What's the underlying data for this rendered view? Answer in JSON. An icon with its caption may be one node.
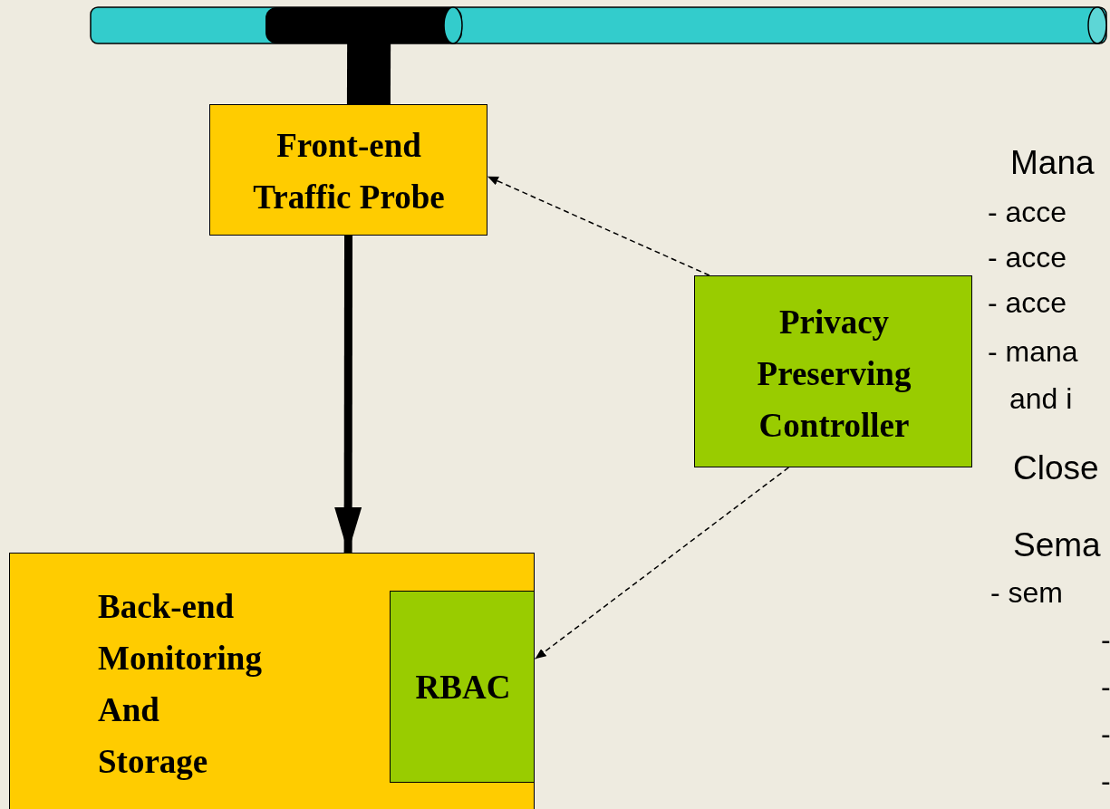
{
  "diagram": {
    "nodes": [
      {
        "text": [],
        "shape": "cylinder"
      },
      {
        "text": [
          "Front-end Traffic Probe"
        ]
      },
      {
        "text": [
          "Privacy Preserving Controller"
        ]
      },
      {
        "text": [
          "Back-end Monitoring And Storage"
        ]
      },
      {
        "text": [
          "RBAC"
        ],
        "in": 3
      }
    ],
    "edges": [
      {
        "from": 0,
        "to": 1,
        "arrow": "none",
        "style": "thick"
      },
      {
        "from": 1,
        "to": 3,
        "arrow": "to",
        "style": "thick"
      },
      {
        "from": 2,
        "to": 1,
        "arrow": "to",
        "style": "dashed"
      },
      {
        "from": 2,
        "to": 4,
        "arrow": "to",
        "style": "dashed"
      }
    ],
    "labels": [
      "Mana",
      "- acce",
      "- acce",
      "- acce",
      "- mana and i",
      "Close",
      "Sema",
      "- sem",
      "-",
      "-",
      "-",
      "-"
    ]
  }
}
